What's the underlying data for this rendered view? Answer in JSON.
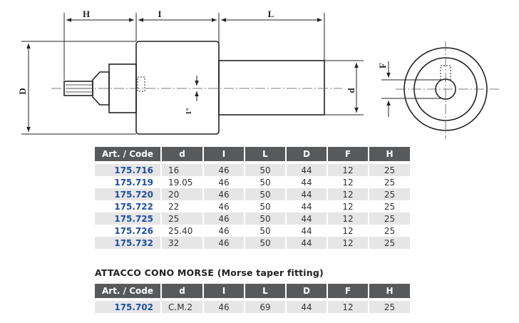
{
  "drawing": {
    "dim_labels": {
      "H": "H",
      "I": "I",
      "L": "L",
      "D": "D",
      "d": "d",
      "F": "F",
      "taper": "1°"
    }
  },
  "table_main": {
    "headers": [
      "Art. / Code",
      "d",
      "I",
      "L",
      "D",
      "F",
      "H"
    ],
    "rows": [
      [
        "175.716",
        "16",
        "46",
        "50",
        "44",
        "12",
        "25"
      ],
      [
        "175.719",
        "19.05",
        "46",
        "50",
        "44",
        "12",
        "25"
      ],
      [
        "175.720",
        "20",
        "46",
        "50",
        "44",
        "12",
        "25"
      ],
      [
        "175.722",
        "22",
        "46",
        "50",
        "44",
        "12",
        "25"
      ],
      [
        "175.725",
        "25",
        "46",
        "50",
        "44",
        "12",
        "25"
      ],
      [
        "175.726",
        "25.40",
        "46",
        "50",
        "44",
        "12",
        "25"
      ],
      [
        "175.732",
        "32",
        "46",
        "50",
        "44",
        "12",
        "25"
      ]
    ]
  },
  "section_title": "ATTACCO CONO MORSE (Morse taper fitting)",
  "table_morse": {
    "headers": [
      "Art. / Code",
      "d",
      "I",
      "L",
      "D",
      "F",
      "H"
    ],
    "rows": [
      [
        "175.702",
        "C.M.2",
        "46",
        "69",
        "44",
        "12",
        "25"
      ]
    ]
  }
}
